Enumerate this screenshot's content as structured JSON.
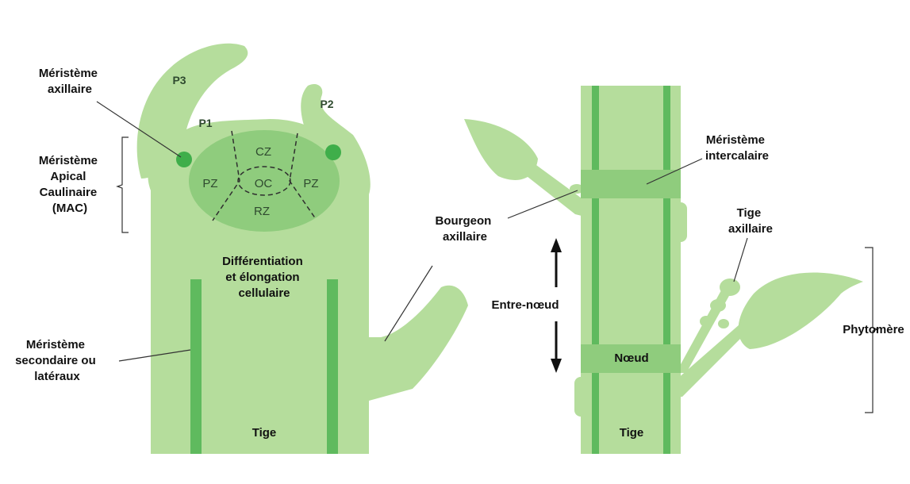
{
  "colors": {
    "plant_light": "#b5dd9c",
    "plant_mid": "#8fcc7d",
    "plant_dark": "#5fba5e",
    "dot": "#3fae4a",
    "leader": "#333333",
    "arrow": "#111111"
  },
  "labels": {
    "meristeme_axillaire": [
      "Méristème",
      "axillaire"
    ],
    "mac": [
      "Méristème",
      "Apical",
      "Caulinaire",
      "(MAC)"
    ],
    "meristeme_secondaire": [
      "Méristème",
      "secondaire ou",
      "latéraux"
    ],
    "differentiation": [
      "Différentiation",
      "et élongation",
      "cellulaire"
    ],
    "tige_left": "Tige",
    "bourgeon": [
      "Bourgeon",
      "axillaire"
    ],
    "entre_noeud": "Entre-nœud",
    "meristeme_intercalaire": [
      "Méristème",
      "intercalaire"
    ],
    "tige_axillaire": [
      "Tige",
      "axillaire"
    ],
    "noeud": "Nœud",
    "tige_right": "Tige",
    "phytomere": "Phytomère"
  },
  "zones": {
    "cz": "CZ",
    "pz_left": "PZ",
    "oc": "OC",
    "pz_right": "PZ",
    "rz": "RZ"
  },
  "leaves": {
    "p1": "P1",
    "p2": "P2",
    "p3": "P3"
  }
}
